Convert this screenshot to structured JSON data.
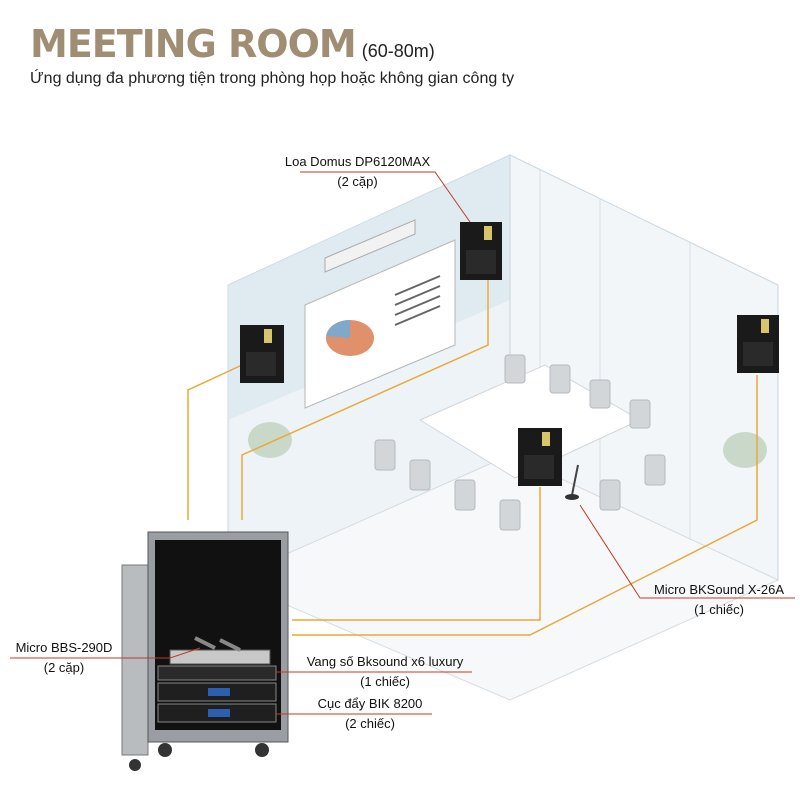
{
  "header": {
    "title": "MEETING ROOM",
    "title_suffix": "(60-80m)",
    "subtitle": "Ứng dụng đa phương tiện trong phòng họp hoặc không gian công ty"
  },
  "labels": {
    "speaker": {
      "name": "Loa Domus DP6120MAX",
      "qty": "(2 cặp)"
    },
    "mic_conf": {
      "name": "Micro BKSound X-26A",
      "qty": "(1 chiếc)"
    },
    "mic_wireless": {
      "name": "Micro BBS-290D",
      "qty": "(2 cặp)"
    },
    "mixer": {
      "name": "Vang số Bksound x6 luxury",
      "qty": "(1 chiếc)"
    },
    "amp": {
      "name": "Cục đẩy BIK 8200",
      "qty": "(2 chiếc)"
    }
  },
  "colors": {
    "title": "#a08e74",
    "wire": "#e8a93a",
    "leader": "#c0392b",
    "wall_glass": "#dbe7ef"
  }
}
